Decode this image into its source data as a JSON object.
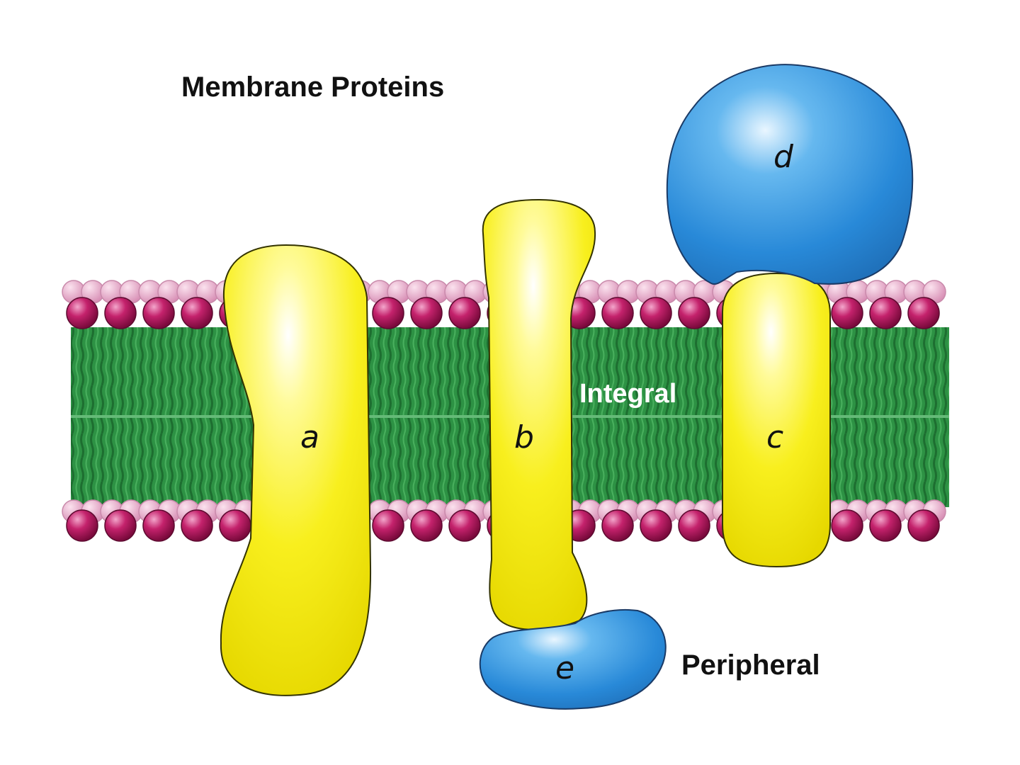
{
  "title": "Membrane Proteins",
  "labels": {
    "integral": "Integral",
    "peripheral": "Peripheral"
  },
  "proteins": {
    "a": "a",
    "b": "b",
    "c": "c",
    "d": "d",
    "e": "e"
  },
  "colors": {
    "integral_protein": "#f7ee1f",
    "peripheral_protein": "#2e8fdc",
    "lipid_head_front": "#b5135e",
    "lipid_head_back": "#e7a9c8",
    "lipid_tail": "#2f9a47"
  }
}
